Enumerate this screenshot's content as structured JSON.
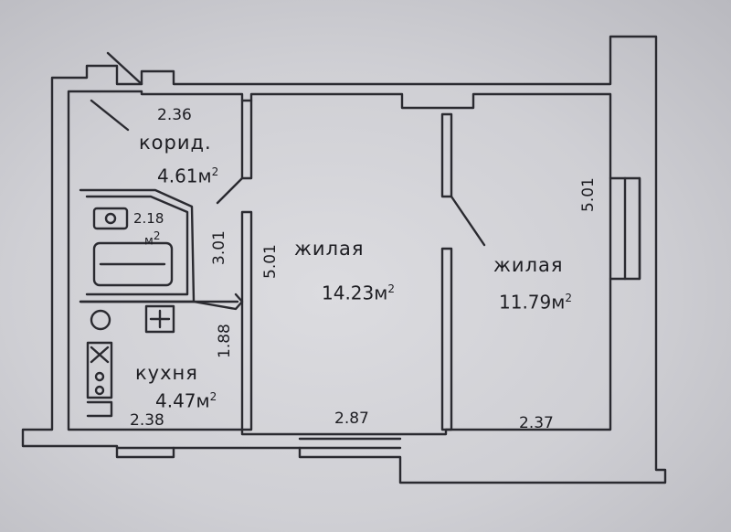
{
  "plan": {
    "corridor": {
      "name": "корид.",
      "area": "4.61",
      "unit": "м",
      "exp": "2"
    },
    "bathroom": {
      "area": "2.18",
      "unit": "м",
      "exp": "2"
    },
    "kitchen": {
      "name": "кухня",
      "area": "4.47",
      "unit": "м",
      "exp": "2"
    },
    "living_1": {
      "name": "жилая",
      "area": "14.23",
      "unit": "м",
      "exp": "2"
    },
    "living_2": {
      "name": "жилая",
      "area": "11.79",
      "unit": "м",
      "exp": "2"
    },
    "dimensions": {
      "corridor_width": "2.36",
      "corridor_length": "3.01",
      "kitchen_length": "1.88",
      "kitchen_width": "2.38",
      "living_1_length": "5.01",
      "living_1_width": "2.87",
      "living_2_length": "5.01",
      "living_2_width": "2.37"
    }
  }
}
